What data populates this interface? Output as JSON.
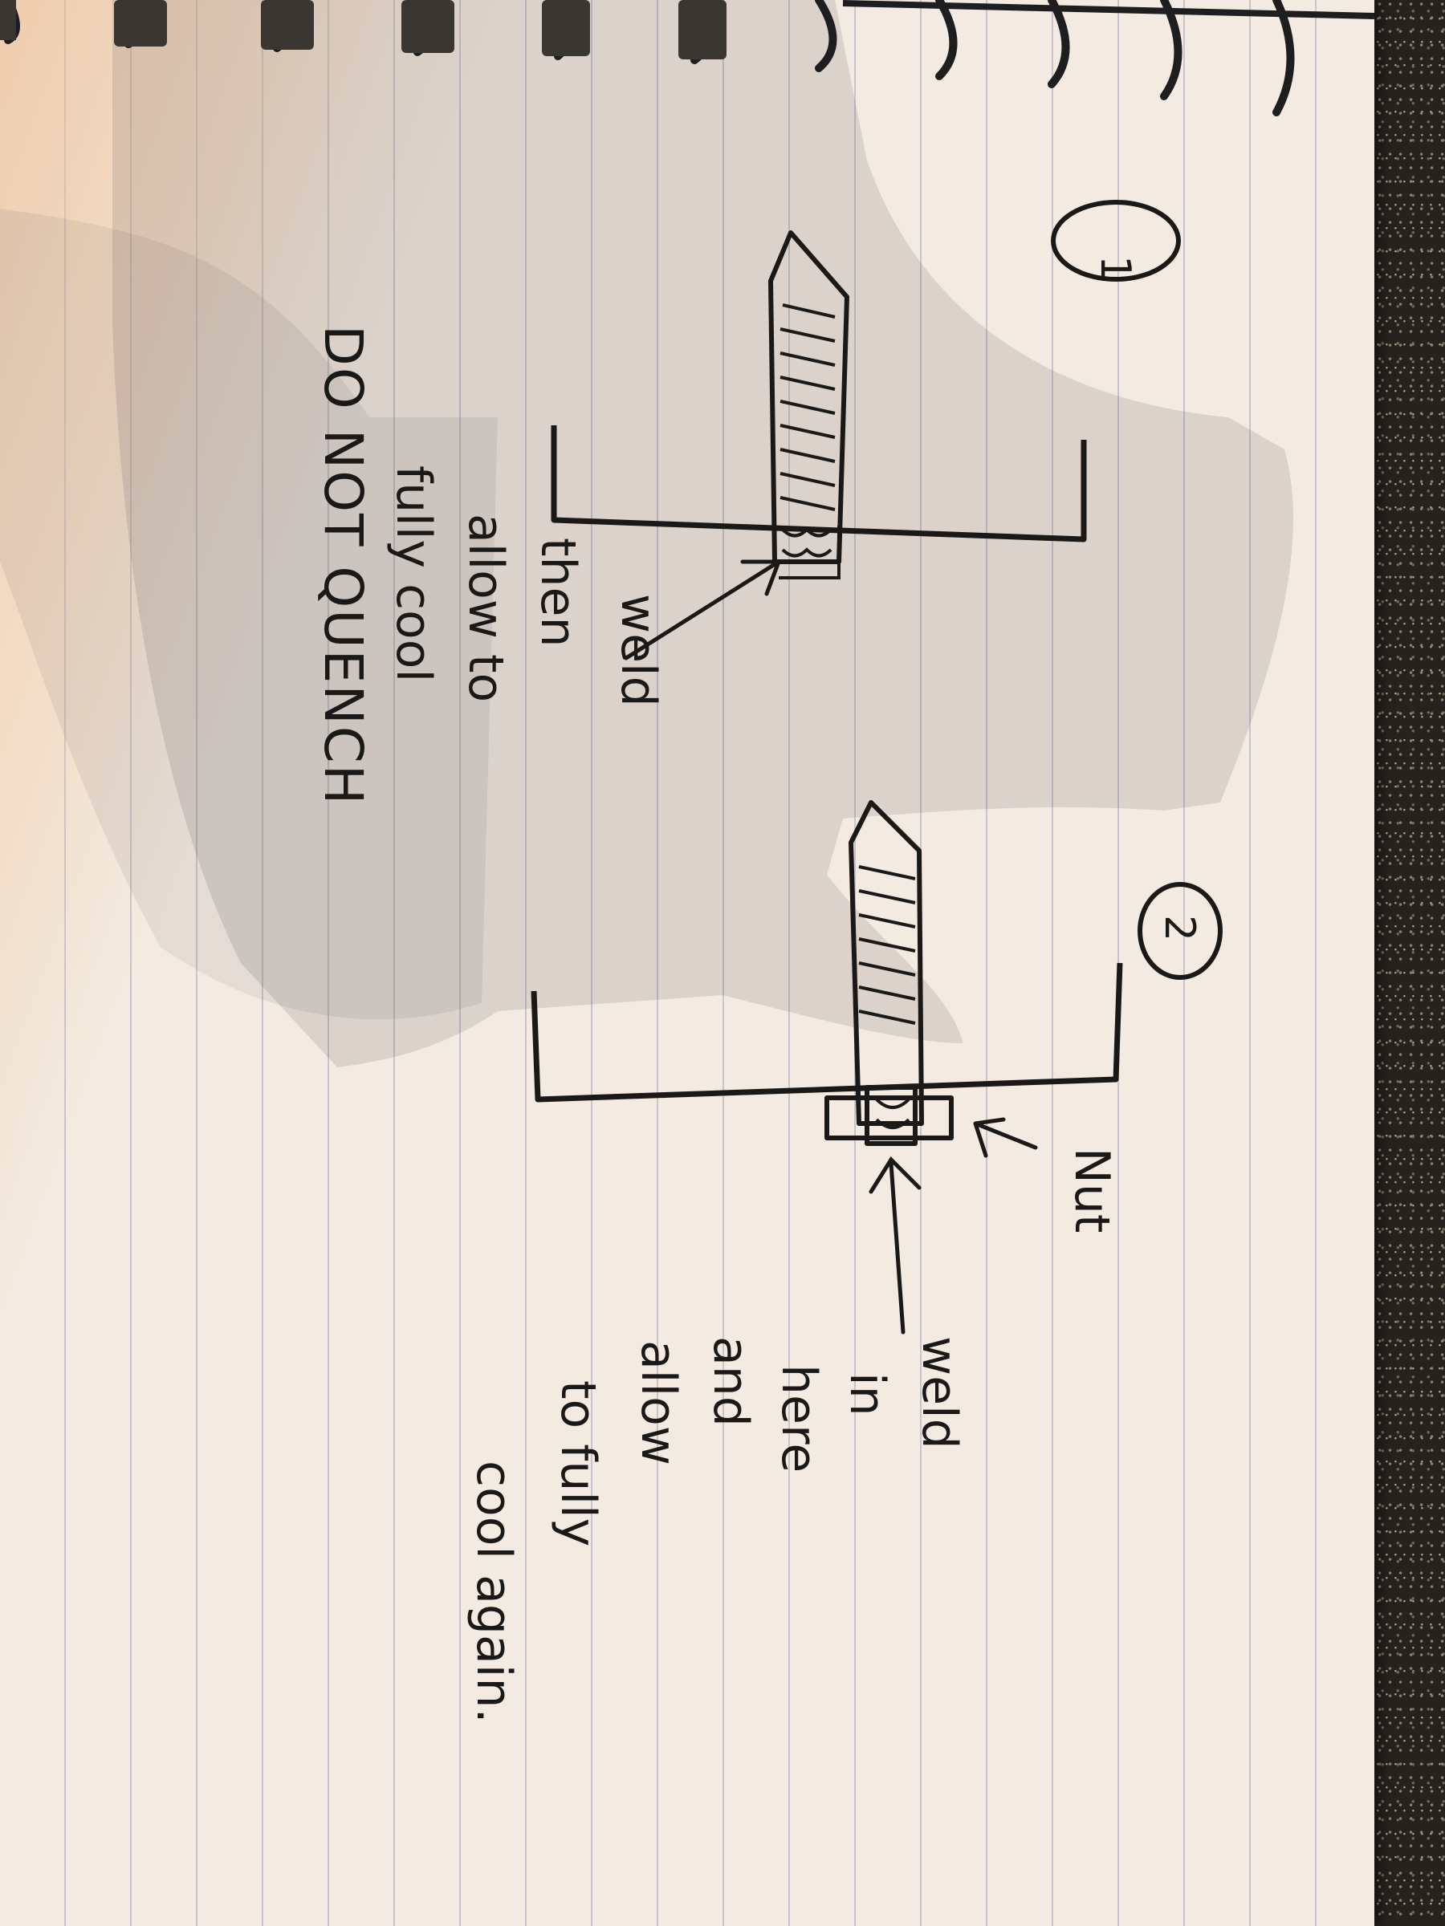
{
  "sketch": {
    "step1": {
      "number": "1",
      "weld_label": "weld",
      "note_line1": "then",
      "note_line2": "allow to",
      "note_line3": "fully cool",
      "warning": "DO NOT QUENCH"
    },
    "step2": {
      "number": "2",
      "nut_label": "Nut",
      "weld_line1": "weld",
      "weld_line2": "in",
      "weld_line3": "here",
      "weld_line4": "and",
      "weld_line5": "allow",
      "weld_line6": "to fully",
      "weld_line7": "cool again."
    }
  },
  "colors": {
    "paper": "#f3ebe2",
    "ink": "#1b1917",
    "rule_lines": "#c7c4cc",
    "counter": "#26221d"
  }
}
